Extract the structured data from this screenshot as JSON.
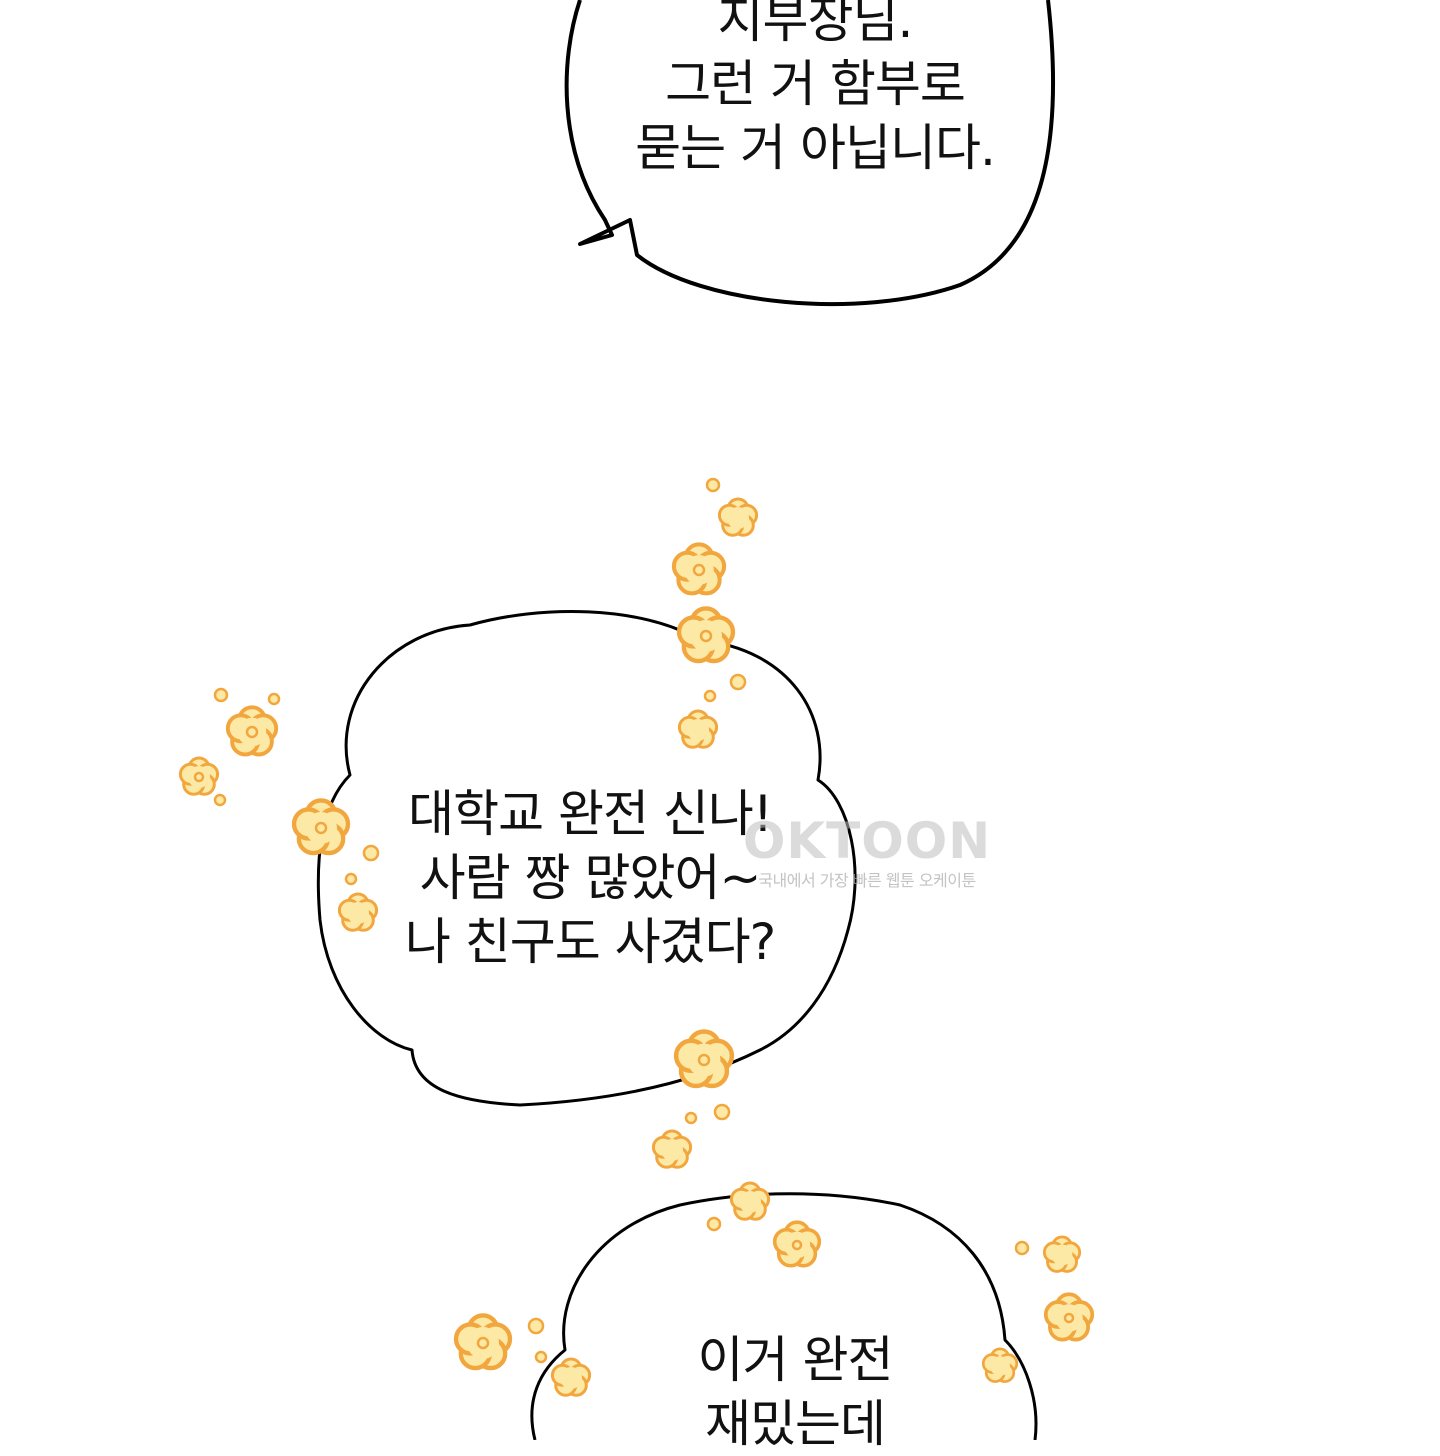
{
  "panel": {
    "background_color": "#ffffff",
    "outline_color": "#000000",
    "flower_fill": "#fde9a6",
    "flower_stroke": "#f2a63e"
  },
  "bubbles": {
    "top": {
      "lines": [
        "지부장님.",
        "그런 거 함부로",
        "묻는 거 아닙니다."
      ]
    },
    "middle": {
      "lines": [
        "대학교 완전 신나!",
        "사람 짱 많았어~",
        "나 친구도 사겼다?"
      ]
    },
    "bottom": {
      "lines": [
        "이거 완전",
        "재밌는데"
      ]
    }
  },
  "watermark": {
    "logo": "OKTOON",
    "tagline": "국내에서 가장 빠른 웹툰 오케이툰"
  },
  "icons": {
    "decoration": "flower-icon",
    "dot": "dot-icon"
  }
}
